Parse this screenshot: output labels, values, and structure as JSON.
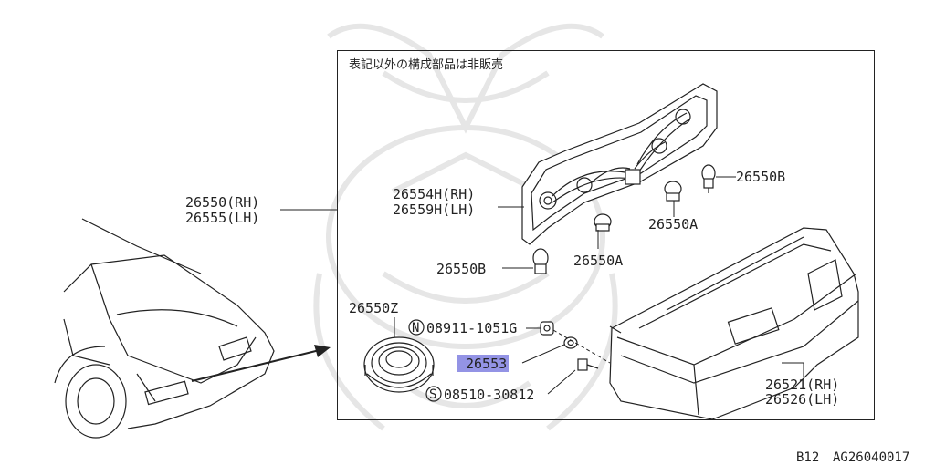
{
  "diagram": {
    "note_text": "表記以外の構成部品は非販売",
    "labels": {
      "assembly_rh": "26550(RH)",
      "assembly_lh": "26555(LH)",
      "housing_rh": "26554H(RH)",
      "housing_lh": "26559H(LH)",
      "bulb_b_top": "26550B",
      "bulb_a_top": "26550A",
      "bulb_a_mid": "26550A",
      "bulb_b_bottom": "26550B",
      "seal": "26550Z",
      "nut_part": "08911-1051G",
      "nut_symbol": "N",
      "washer_part": "26553",
      "screw_part": "08510-30812",
      "screw_symbol": "S",
      "lens_rh": "26521(RH)",
      "lens_lh": "26526(LH)"
    },
    "highlight_color": "#8080e0"
  },
  "footer": {
    "page_code": "B12",
    "figure_code": "AG26040017"
  }
}
